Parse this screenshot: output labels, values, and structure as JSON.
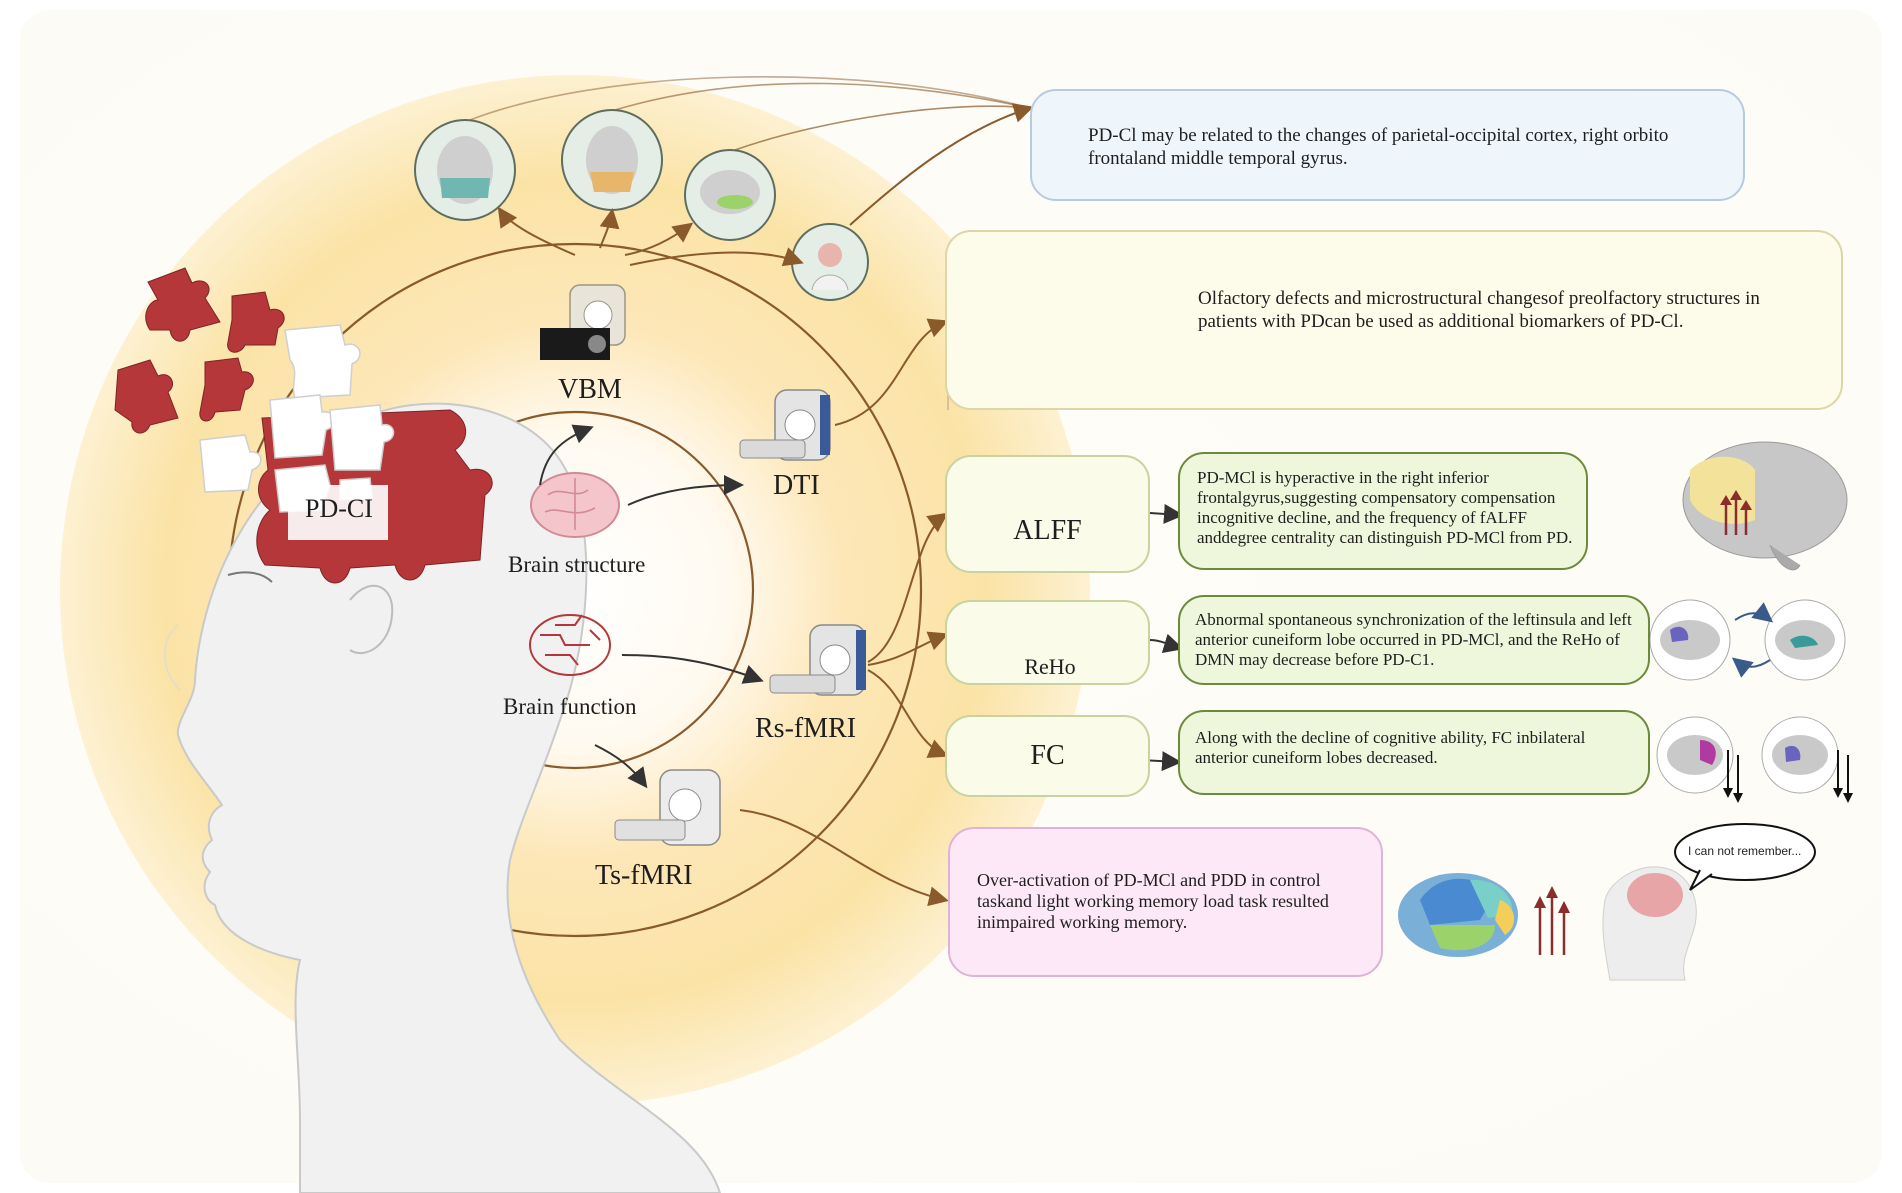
{
  "center": {
    "puzzle_label": "PD-CI",
    "brain_structure": "Brain structure",
    "brain_function": "Brain function"
  },
  "modalities": {
    "vbm": "VBM",
    "dti": "DTI",
    "rs_fmri": "Rs-fMRI",
    "ts_fmri": "Ts-fMRI"
  },
  "methods": {
    "alff": "ALFF",
    "reho": "ReHo",
    "fc": "FC"
  },
  "findings": {
    "vbm": "PD-Cl may be related to the changes of parietal-occipital cortex, right orbito frontaland middle temporal gyrus.",
    "dti": "Olfactory defects and microstructural changesof preolfactory structures in patients with PDcan be used as additional biomarkers of PD-Cl.",
    "alff": "PD-MCl is hyperactive in the right inferior frontalgyrus,suggesting compensatory compensation incognitive decline, and the frequency of fALFF anddegree centrality can distinguish PD-MCl from PD.",
    "reho": "Abnormal spontaneous synchronization of the leftinsula and left anterior cuneiform lobe occurred in PD-MCl, and the ReHo of DMN may decrease before PD-C1.",
    "fc": "Along with the decline of cognitive ability, FC inbilateral anterior cuneiform lobes decreased.",
    "ts_fmri": "Over-activation of PD-MCl and PDD in control taskand light working memory load task resulted inimpaired working memory."
  },
  "speech_bubble": "I can not remember...",
  "colors": {
    "glow_outer": "#fbe9b4",
    "glow_inner": "#fff7e6",
    "ring": "#8a5a2b",
    "puzzle_red": "#b5373a",
    "box_blue": "#eef5fb",
    "box_yellow": "#fdfbea",
    "box_green": "#eef6dc",
    "box_green_border": "#6d8a3c",
    "box_pink": "#fce8f6",
    "arrow_up_red": "#8b2d2d"
  },
  "icons": [
    "mri-scanner-icon",
    "brain-icon",
    "circuit-brain-icon",
    "nose-icon",
    "head-profile-icon",
    "puzzle-piece-icon",
    "brain-lobes-icon"
  ]
}
